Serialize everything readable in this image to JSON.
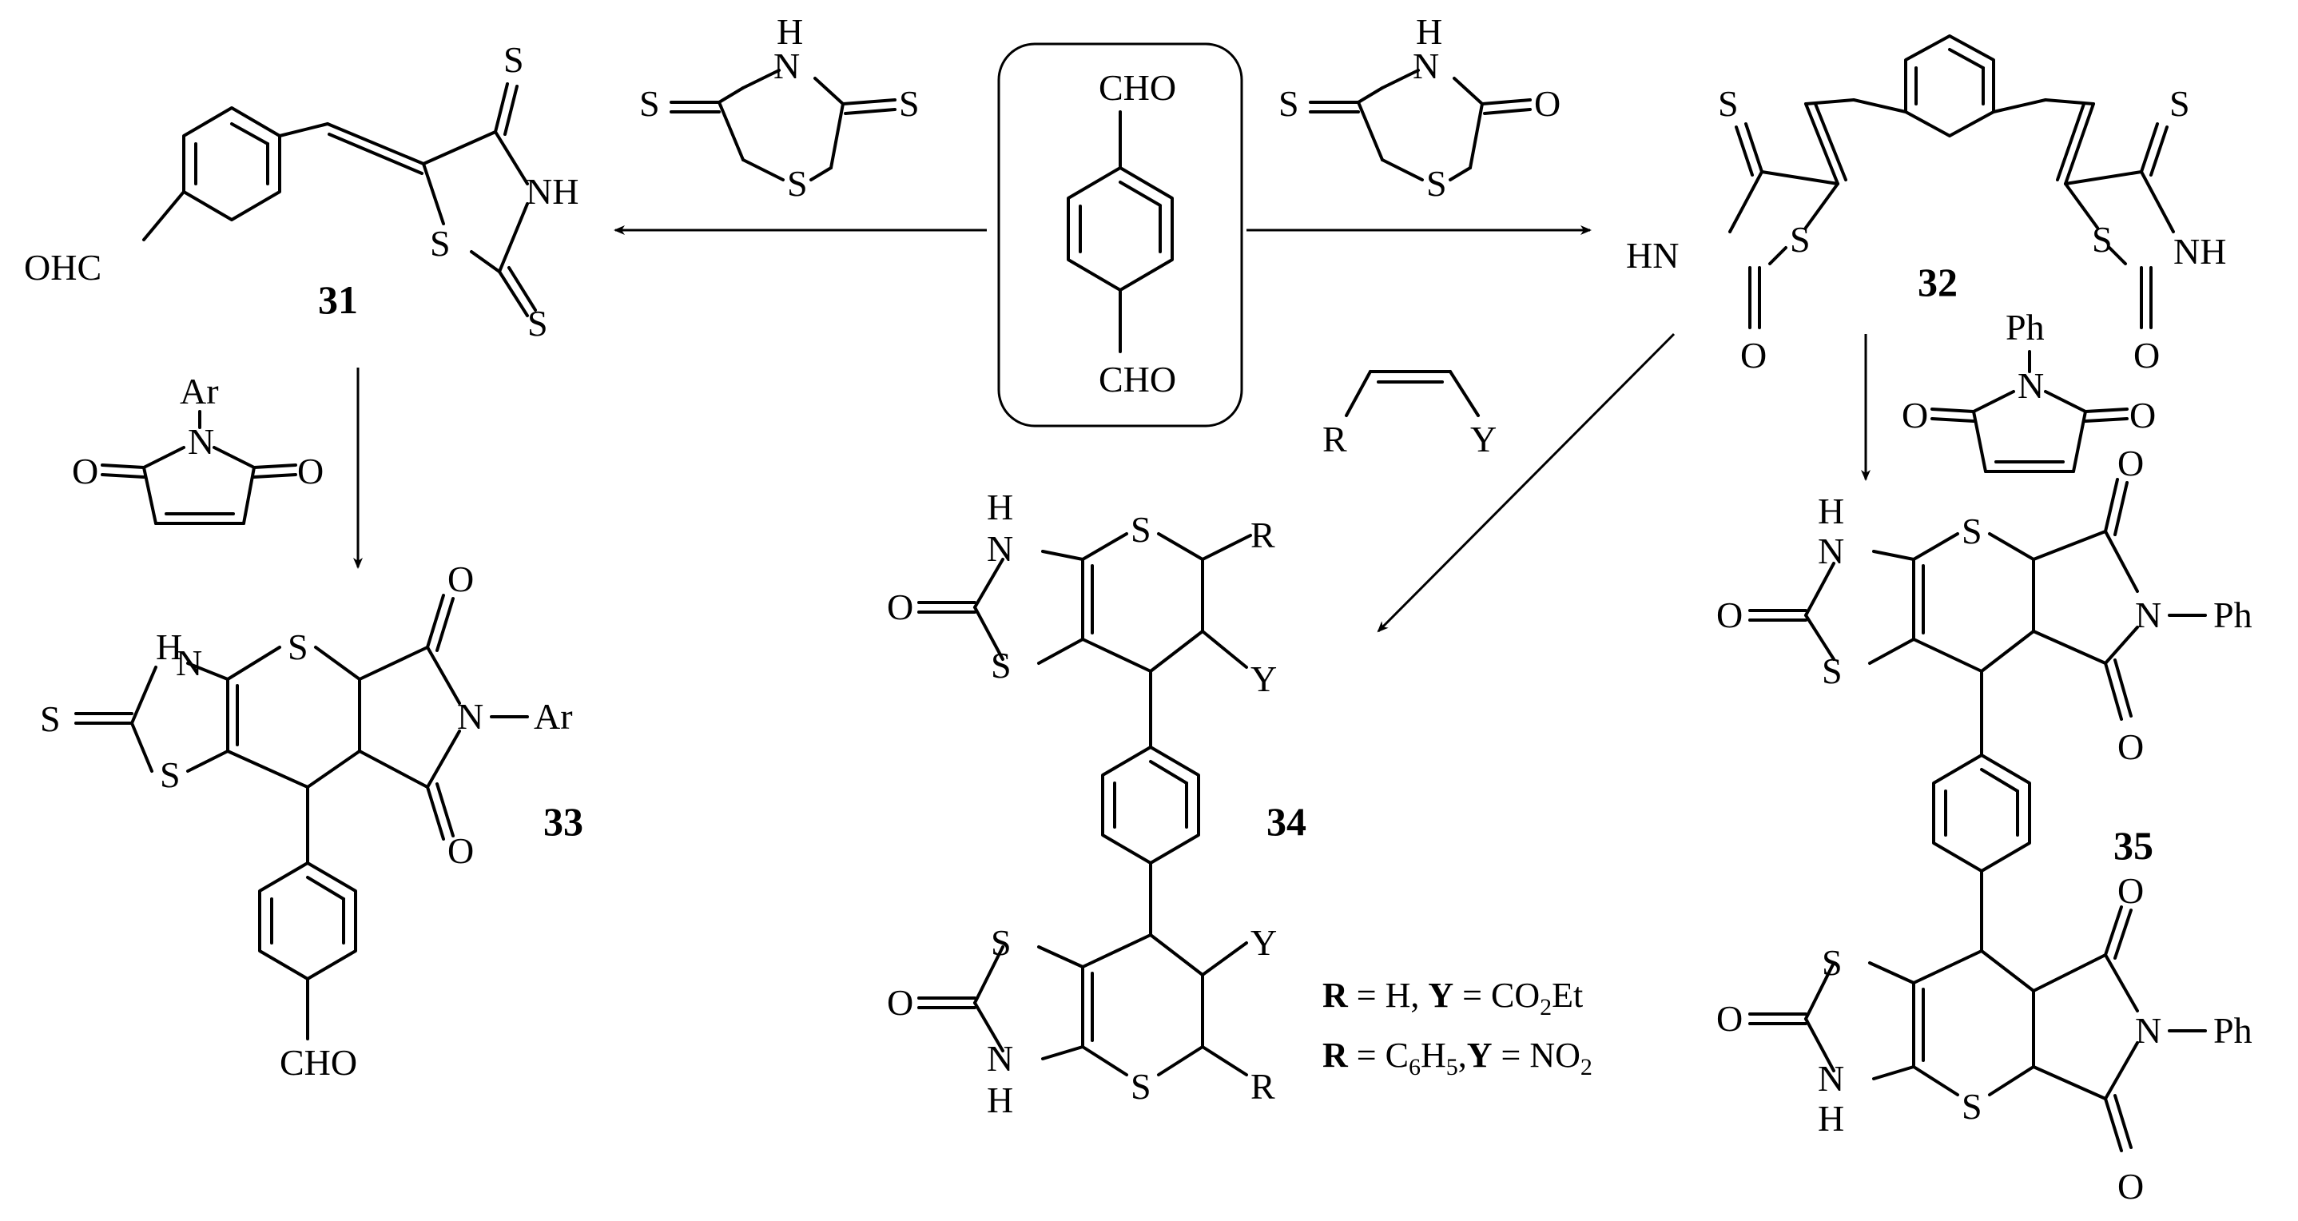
{
  "atoms": {
    "S": "S",
    "N": "N",
    "O": "O",
    "H": "H",
    "NH": "NH",
    "HN": "HN",
    "CHO": "CHO",
    "OHC": "OHC",
    "Ar": "Ar",
    "Ph": "Ph",
    "R": "R",
    "Y": "Y",
    "N_Ar": "N—Ar",
    "N_Ph": "N—Ph"
  },
  "compounds": {
    "c31": "31",
    "c32": "32",
    "c33": "33",
    "c34": "34",
    "c35": "35"
  },
  "legend": {
    "line1": {
      "R": "R",
      "rest": " = H, ",
      "Y": "Y",
      "val": " = CO",
      "sub": "2",
      "end": "Et"
    },
    "line2": {
      "R": "R",
      "rest": " = C",
      "sub1": "6",
      "mid": "H",
      "sub2": "5",
      "comma": ",",
      "Y": "Y",
      "val": " = NO",
      "sub3": "2"
    }
  }
}
